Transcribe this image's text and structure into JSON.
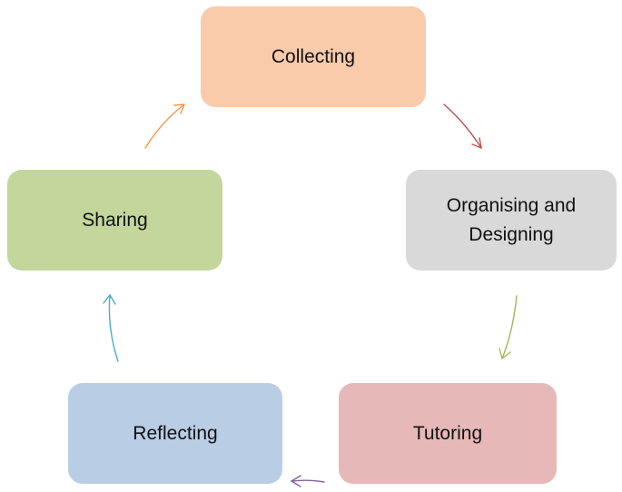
{
  "nodes": [
    {
      "label": "Collecting",
      "color": "#F9CBAA"
    },
    {
      "label": "Organising and Designing",
      "color": "#D9D9D9"
    },
    {
      "label": "Tutoring",
      "color": "#E6B8B7"
    },
    {
      "label": "Reflecting",
      "color": "#B9CDE5"
    },
    {
      "label": "Sharing",
      "color": "#C3D69B"
    }
  ],
  "edges": [
    {
      "from": "Collecting",
      "to": "Organising and Designing",
      "color": "#C0504D"
    },
    {
      "from": "Organising and Designing",
      "to": "Tutoring",
      "color": "#9BBB59"
    },
    {
      "from": "Tutoring",
      "to": "Reflecting",
      "color": "#8064A2"
    },
    {
      "from": "Reflecting",
      "to": "Sharing",
      "color": "#4BACC6"
    },
    {
      "from": "Sharing",
      "to": "Collecting",
      "color": "#F79646"
    }
  ]
}
